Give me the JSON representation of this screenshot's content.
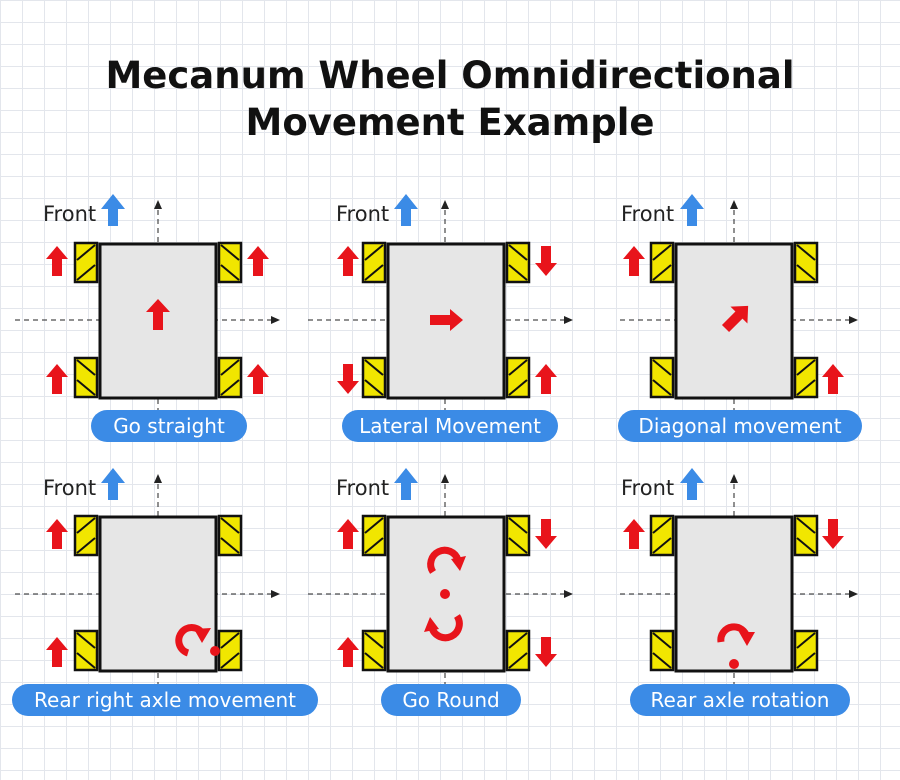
{
  "title": {
    "line1": "Mecanum Wheel Omnidirectional",
    "line2": "Movement Example"
  },
  "colors": {
    "caption_bg": "#3b8be6",
    "front_arrow": "#3b8be6",
    "motion_arrow": "#e8141b",
    "wheel": "#f1e600",
    "body": "#e6e6e6"
  },
  "panels": [
    {
      "front_label": "Front",
      "caption": "Go straight",
      "wheel_arrows": [
        "up",
        "up",
        "up",
        "up"
      ],
      "center_motion": "arrow-up",
      "motion_icon": "straight-arrow-icon"
    },
    {
      "front_label": "Front",
      "caption": "Lateral Movement",
      "wheel_arrows": [
        "up",
        "down",
        "down",
        "up"
      ],
      "center_motion": "arrow-right",
      "motion_icon": "right-arrow-icon"
    },
    {
      "front_label": "Front",
      "caption": "Diagonal movement",
      "wheel_arrows": [
        "up",
        "none",
        "none",
        "up"
      ],
      "center_motion": "arrow-diagonal",
      "motion_icon": "diagonal-arrow-icon"
    },
    {
      "front_label": "Front",
      "caption": "Rear right axle movement",
      "wheel_arrows": [
        "up",
        "none",
        "up",
        "none"
      ],
      "center_motion": "rotate-about-rear-right-wheel",
      "motion_icon": "rotate-arrow-icon"
    },
    {
      "front_label": "Front",
      "caption": "Go Round",
      "wheel_arrows": [
        "up",
        "down",
        "up",
        "down"
      ],
      "center_motion": "rotate-in-place",
      "motion_icon": "spin-arrows-icon"
    },
    {
      "front_label": "Front",
      "caption": "Rear axle rotation",
      "wheel_arrows": [
        "up",
        "down",
        "none",
        "none"
      ],
      "center_motion": "rotate-about-rear-axle",
      "motion_icon": "rotate-arrow-icon"
    }
  ]
}
